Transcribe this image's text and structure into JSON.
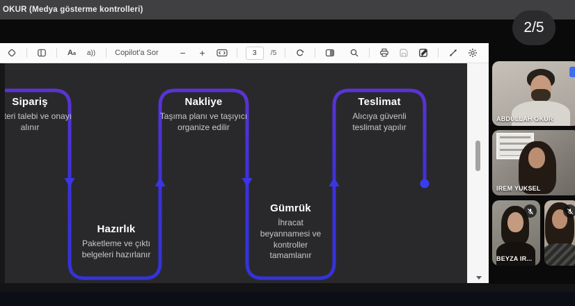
{
  "window": {
    "share_bar_title": "OKUR (Medya gösterme kontrolleri)",
    "page_badge": "2/5"
  },
  "pdf_viewer": {
    "toolbar": {
      "ask_copilot": "Copilot'a Sor",
      "zoom_out": "−",
      "zoom_in": "+",
      "current_page": "3",
      "page_count": "/5",
      "icons": [
        "copilot-icon",
        "table-of-contents-icon",
        "text-size-icon",
        "read-aloud-icon",
        "fit-to-width-icon",
        "rotate-icon",
        "page-view-icon",
        "search-icon",
        "print-icon",
        "save-icon",
        "draw-icon",
        "fullscreen-icon",
        "settings-icon"
      ]
    }
  },
  "flowchart": {
    "accent_blue": "#3a32d8",
    "accent_purple": "#5a34d2",
    "nodes": [
      {
        "title": "Sipariş",
        "subtitle": "Müşteri talebi ve onayı alınır"
      },
      {
        "title": "Hazırlık",
        "subtitle": "Paketleme ve çıktı belgeleri hazırlanır"
      },
      {
        "title": "Nakliye",
        "subtitle": "Taşıma planı ve taşıyıcı organize edilir"
      },
      {
        "title": "Gümrük",
        "subtitle": "İhracat beyannamesi ve kontroller tamamlanır"
      },
      {
        "title": "Teslimat",
        "subtitle": "Alıcıya güvenli teslimat yapılır"
      }
    ]
  },
  "participants": [
    {
      "name": "ABDULLAH OKUR",
      "muted": false
    },
    {
      "name": "IREM YUKSEL",
      "muted": false
    },
    {
      "name": "BEYZA IR...",
      "muted": true
    },
    {
      "name": "",
      "muted": true
    }
  ]
}
